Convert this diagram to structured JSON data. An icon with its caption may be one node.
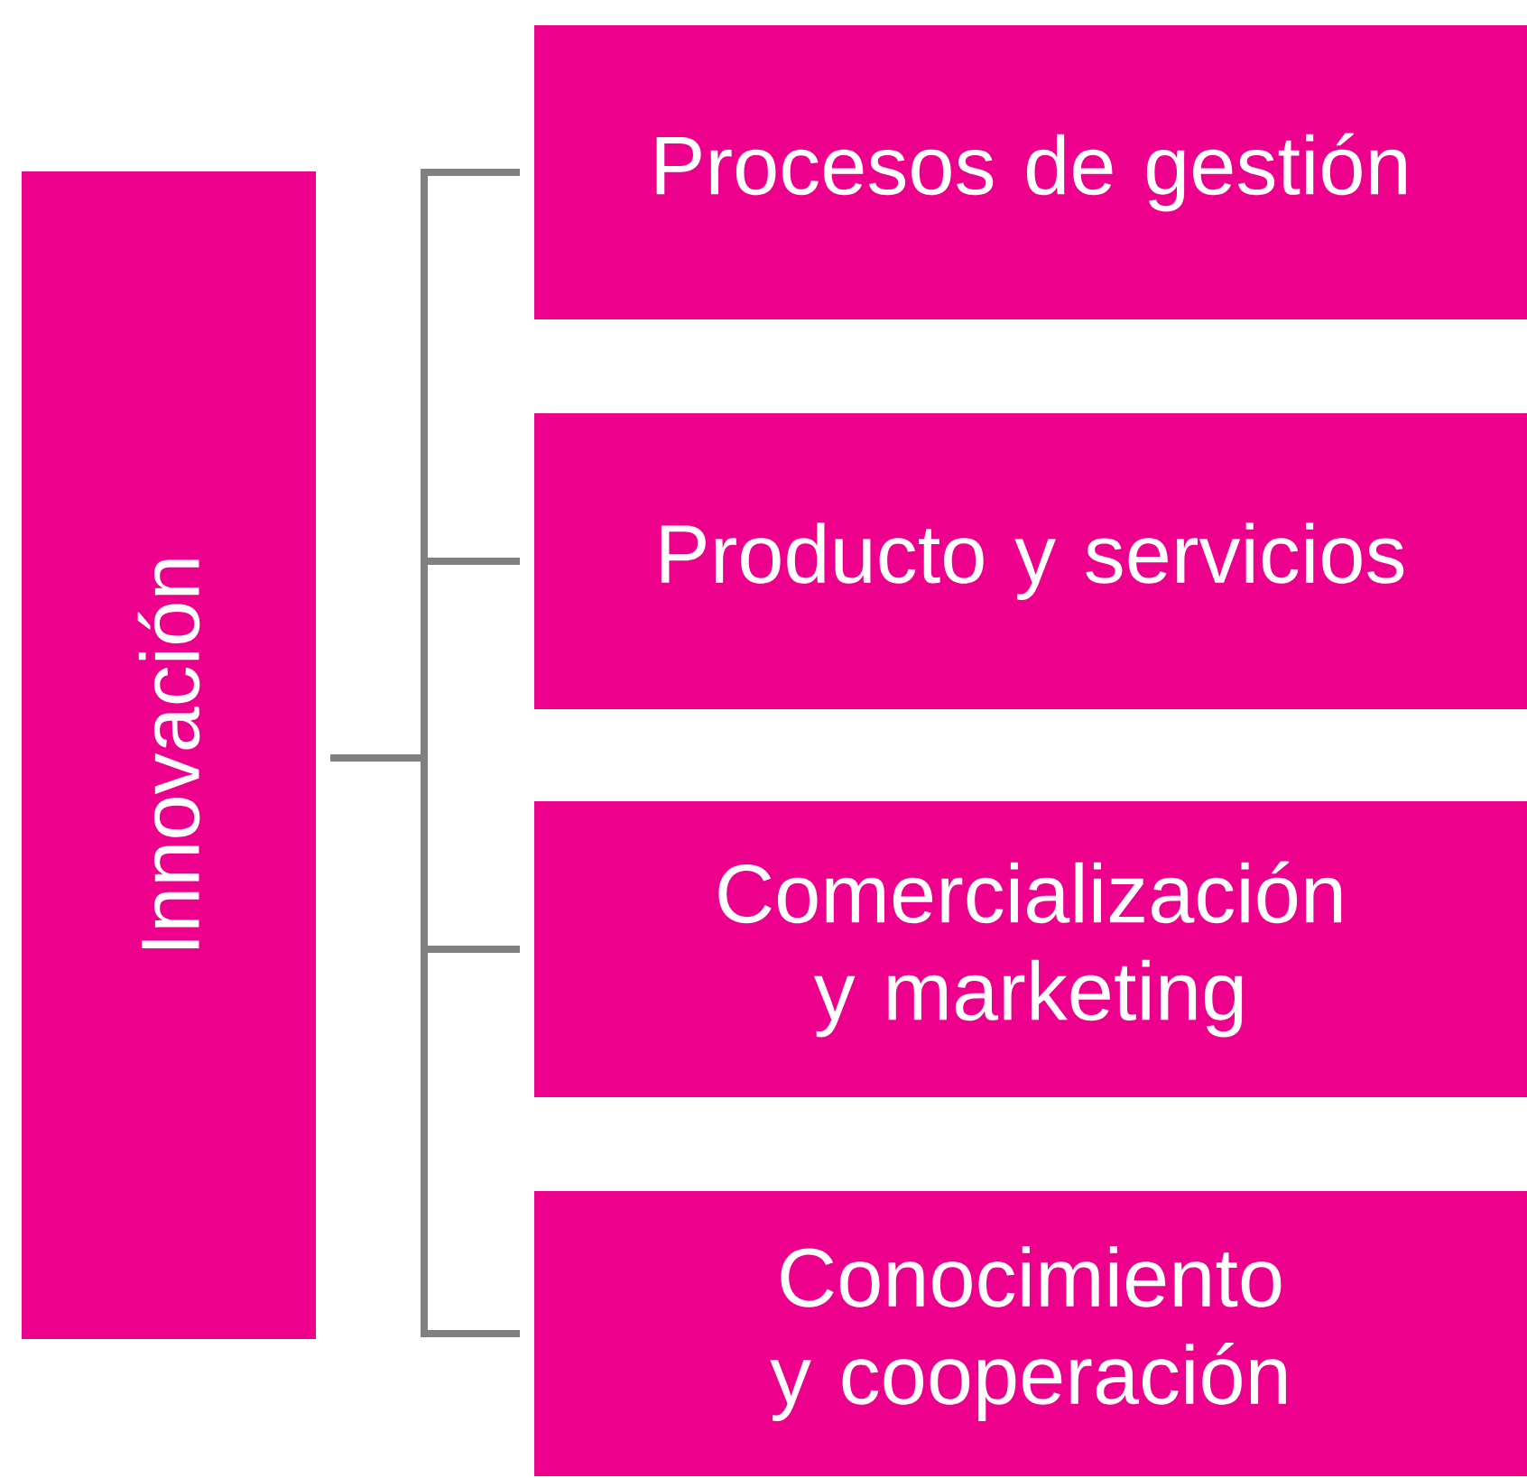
{
  "diagram": {
    "nodes": [
      {
        "text": [
          "Innovación"
        ]
      },
      {
        "text": [
          "Procesos de gestión"
        ]
      },
      {
        "text": [
          "Producto y servicios"
        ]
      },
      {
        "text": [
          "Comercialización y marketing"
        ]
      },
      {
        "text": [
          "Conocimiento y cooperación"
        ]
      }
    ],
    "edges": [
      {
        "from": 0,
        "to": 1,
        "arrow": "none"
      },
      {
        "from": 0,
        "to": 2,
        "arrow": "none"
      },
      {
        "from": 0,
        "to": 3,
        "arrow": "none"
      },
      {
        "from": 0,
        "to": 4,
        "arrow": "none"
      }
    ]
  }
}
